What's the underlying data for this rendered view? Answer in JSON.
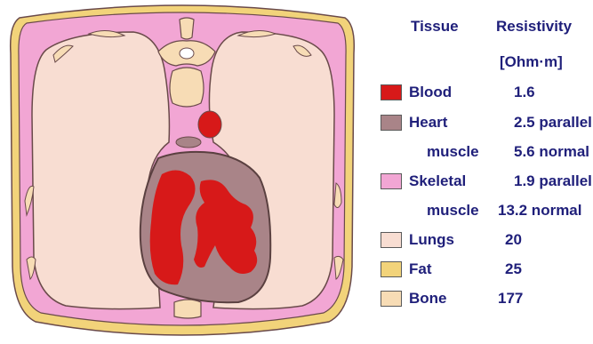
{
  "colors": {
    "blood": "#d71919",
    "heart_muscle": "#a98488",
    "skeletal_muscle": "#f2a6d4",
    "lungs": "#f8ddd2",
    "fat": "#f2d37a",
    "bone": "#f7dcb5",
    "outline": "#6a4a4a",
    "text": "#1f1f7a"
  },
  "legend": {
    "header_tissue": "Tissue",
    "header_resistivity": "Resistivity",
    "unit": "[Ohm·m]",
    "rows": [
      {
        "key": "blood",
        "name": "Blood",
        "value": "1.6",
        "swatch": "blood"
      },
      {
        "key": "heart",
        "name": "Heart",
        "value": "2.5 parallel",
        "swatch": "heart_muscle"
      },
      {
        "key": "heart2",
        "name": "muscle",
        "value": "5.6 normal",
        "swatch": null
      },
      {
        "key": "skeletal",
        "name": "Skeletal",
        "value": "1.9 parallel",
        "swatch": "skeletal_muscle"
      },
      {
        "key": "skeletal2",
        "name": "muscle",
        "value": "13.2 normal",
        "swatch": null
      },
      {
        "key": "lungs",
        "name": "Lungs",
        "value": "20",
        "swatch": "lungs"
      },
      {
        "key": "fat",
        "name": "Fat",
        "value": "25",
        "swatch": "fat"
      },
      {
        "key": "bone",
        "name": "Bone",
        "value": "177",
        "swatch": "bone"
      }
    ]
  }
}
